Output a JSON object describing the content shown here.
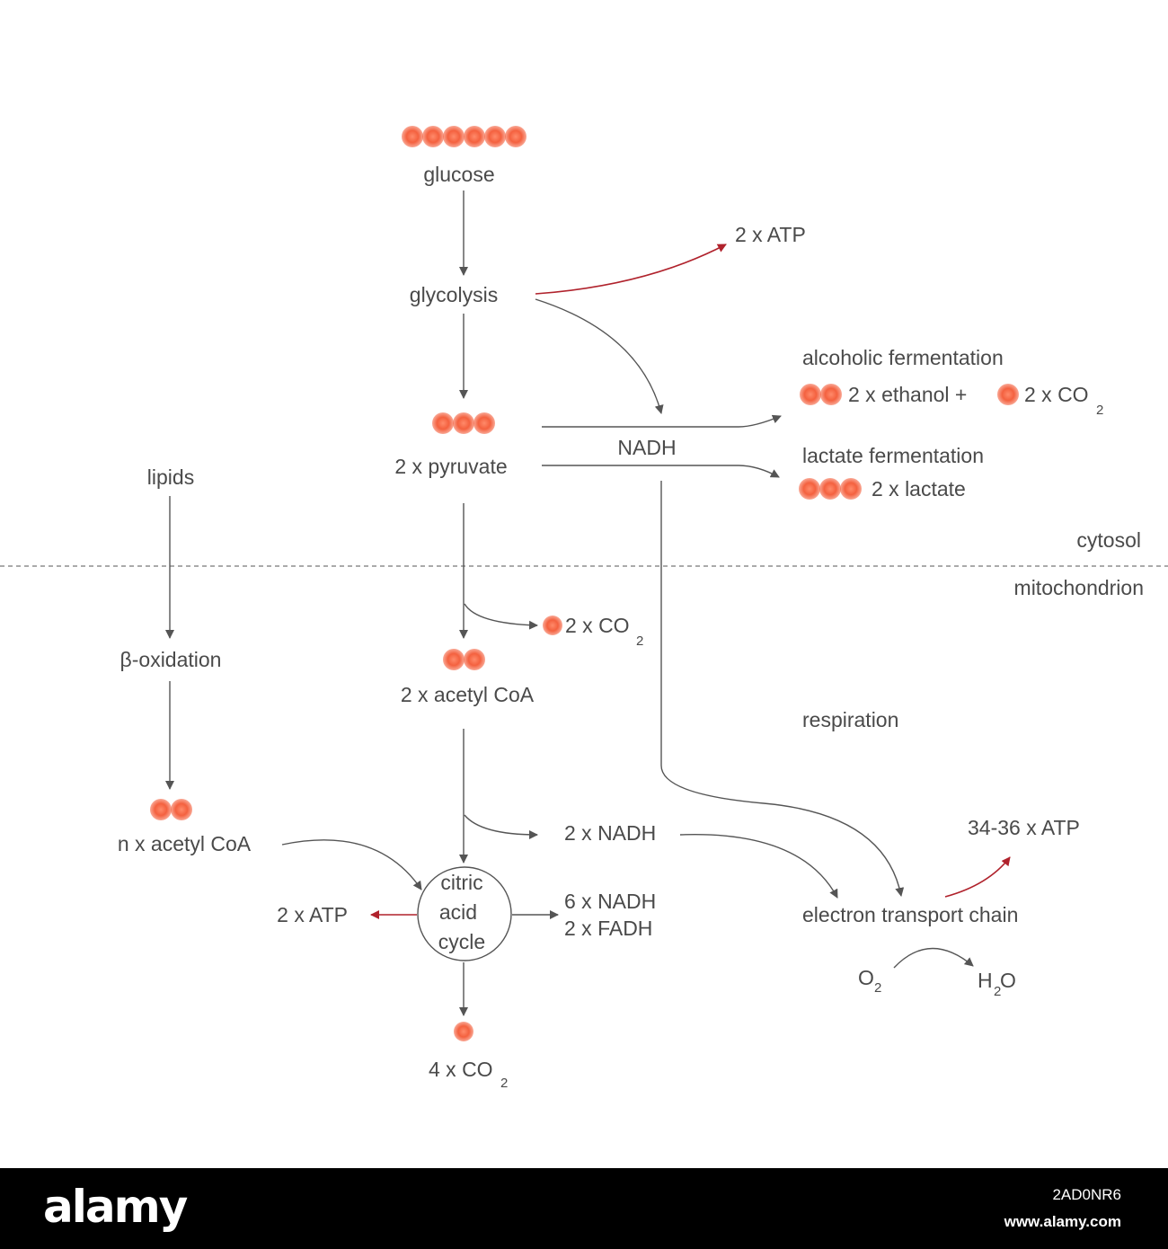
{
  "diagram": {
    "glucose": "glucose",
    "glycolysis": "glycolysis",
    "atp_glycolysis": "2 x ATP",
    "alcoholic_fermentation": "alcoholic fermentation",
    "ethanol": "2 x ethanol +",
    "co2_fermentation": "2 x CO",
    "pyruvate": "2 x pyruvate",
    "nadh_top": "NADH",
    "lactate_fermentation": "lactate fermentation",
    "lactate": "2 x lactate",
    "lipids": "lipids",
    "cytosol": "cytosol",
    "mitochondrion": "mitochondrion",
    "co2_decarboxylation": "2 x CO",
    "beta_oxidation": "β-oxidation",
    "acetyl_coa": "2 x acetyl CoA",
    "respiration": "respiration",
    "n_acetyl_coa": "n x acetyl CoA",
    "nadh_pdh": "2 x NADH",
    "atp_ets": "34-36 x ATP",
    "cycle_line1": "citric",
    "cycle_line2": "acid",
    "cycle_line3": "cycle",
    "atp_cycle": "2 x ATP",
    "nadh_cycle": "6 x NADH",
    "fadh_cycle": "2 x FADH",
    "electron_transport_chain": "electron transport chain",
    "oxygen": "O",
    "water_h": "H",
    "water_o": "O",
    "co2_cycle": "4 x CO",
    "subscript_2": "2"
  },
  "colors": {
    "carbon_atom": "#f4613f",
    "text": "#4a4a4a",
    "arrow": "#555555",
    "atp_arrow": "#b0222c",
    "footer_background": "#000000"
  },
  "footer": {
    "brand": "alamy",
    "image_id": "2AD0NR6",
    "site": "www.alamy.com"
  }
}
